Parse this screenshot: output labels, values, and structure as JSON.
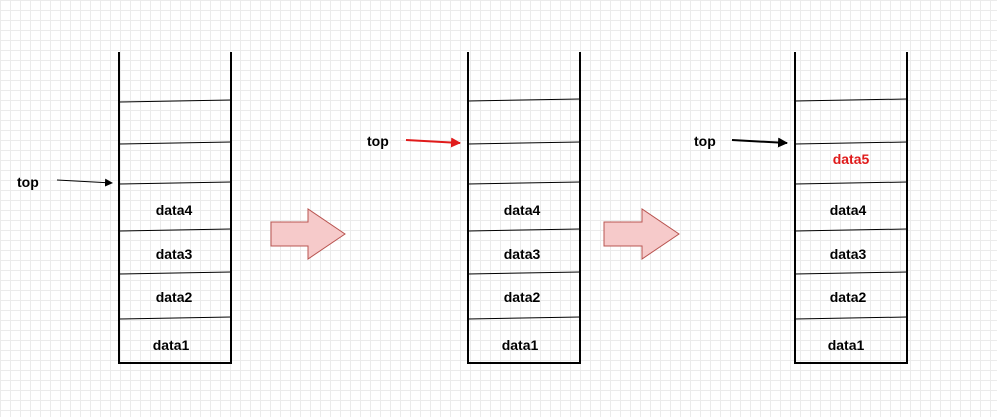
{
  "pointer_label": "top",
  "stacks": [
    {
      "cells": [
        "",
        "",
        "",
        "data4",
        "data3",
        "data2",
        "data1"
      ],
      "pointer_color": "#000000"
    },
    {
      "cells": [
        "",
        "",
        "",
        "data4",
        "data3",
        "data2",
        "data1"
      ],
      "pointer_color": "#e01b1b"
    },
    {
      "cells": [
        "",
        "",
        "data5",
        "data4",
        "data3",
        "data2",
        "data1"
      ],
      "pointer_color": "#000000",
      "highlight": "data5",
      "highlight_color": "#e01b1b"
    }
  ],
  "transition_arrow_color": "#f6caca",
  "transition_arrow_stroke": "#b85450"
}
